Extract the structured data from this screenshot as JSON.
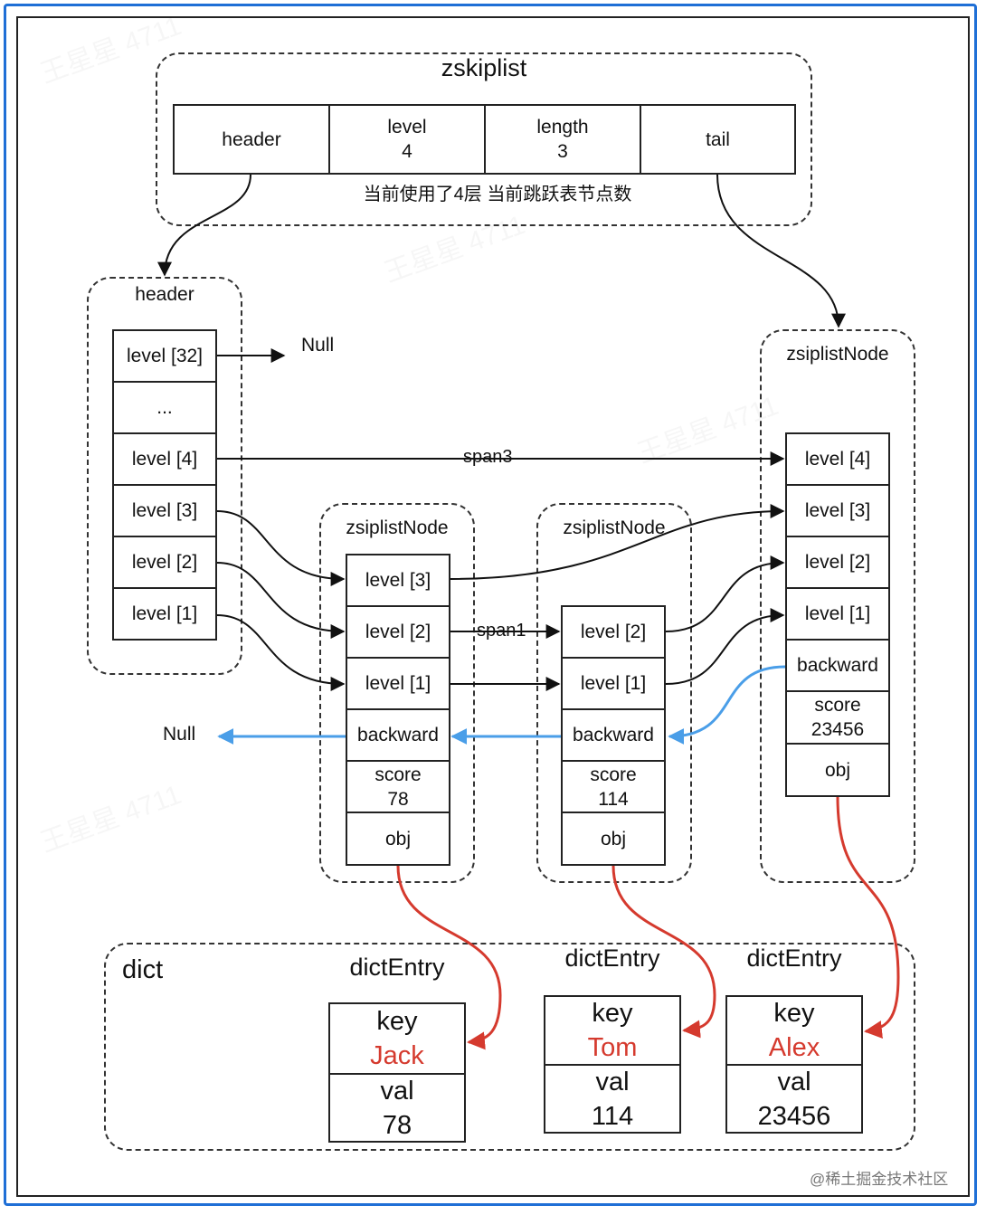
{
  "zskiplist": {
    "title": "zskiplist",
    "fields": [
      {
        "line1": "header",
        "line2": ""
      },
      {
        "line1": "level",
        "line2": "4"
      },
      {
        "line1": "length",
        "line2": "3"
      },
      {
        "line1": "tail",
        "line2": ""
      }
    ],
    "note": "当前使用了4层   当前跳跃表节点数"
  },
  "header": {
    "title": "header",
    "levels": [
      "level [32]",
      "...",
      "level [4]",
      "level [3]",
      "level [2]",
      "level [1]"
    ],
    "null_label": "Null"
  },
  "nodes": [
    {
      "title": "zsiplistNode",
      "levels": [
        "level [3]",
        "level [2]",
        "level [1]"
      ],
      "backward": "backward",
      "score_label": "score",
      "score": "78",
      "obj": "obj"
    },
    {
      "title": "zsiplistNode",
      "levels": [
        "level [2]",
        "level [1]"
      ],
      "backward": "backward",
      "score_label": "score",
      "score": "114",
      "obj": "obj"
    },
    {
      "title": "zsiplistNode",
      "levels": [
        "level [4]",
        "level [3]",
        "level [2]",
        "level [1]"
      ],
      "backward": "backward",
      "score_label": "score",
      "score": "23456",
      "obj": "obj"
    }
  ],
  "spans": {
    "span3": "span3",
    "span1": "span1"
  },
  "backward_null": "Null",
  "dict": {
    "title": "dict",
    "entries": [
      {
        "title": "dictEntry",
        "key_label": "key",
        "key": "Jack",
        "val_label": "val",
        "val": "78"
      },
      {
        "title": "dictEntry",
        "key_label": "key",
        "key": "Tom",
        "val_label": "val",
        "val": "114"
      },
      {
        "title": "dictEntry",
        "key_label": "key",
        "key": "Alex",
        "val_label": "val",
        "val": "23456"
      }
    ]
  },
  "watermark_source": "@稀土掘金技术社区",
  "colors": {
    "frame": "#1f6fd6",
    "backward_arrow": "#4a9ee8",
    "obj_arrow": "#d53a2e",
    "key_text": "#d53a2e"
  }
}
